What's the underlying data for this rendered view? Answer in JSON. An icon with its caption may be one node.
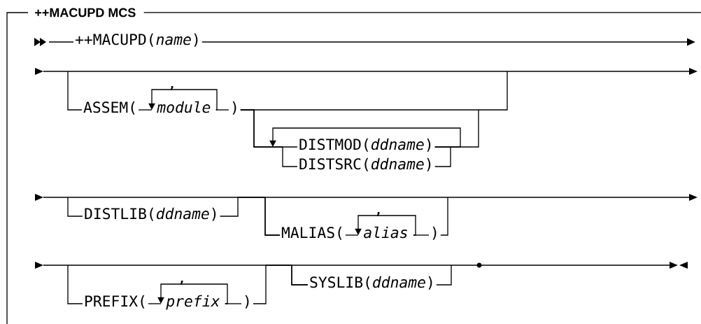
{
  "diagram": {
    "title": "++MACUPD MCS",
    "nodes": [
      {
        "text": [
          "++MACUPD(*name*)"
        ]
      },
      {
        "text": [
          "ASSEM("
        ]
      },
      {
        "text": [
          "*module*"
        ],
        "beside": [
          ","
        ]
      },
      {
        "text": [
          ")"
        ]
      },
      {
        "text": [
          "DISTMOD(*ddname*)"
        ]
      },
      {
        "text": [
          "DISTSRC(*ddname*)"
        ]
      },
      {
        "text": [
          "DISTLIB(*ddname*)"
        ]
      },
      {
        "text": [
          "MALIAS("
        ]
      },
      {
        "text": [
          "*alias*"
        ],
        "beside": [
          ","
        ]
      },
      {
        "text": [
          ")"
        ]
      },
      {
        "text": [
          "PREFIX("
        ]
      },
      {
        "text": [
          "*prefix*"
        ],
        "beside": [
          ","
        ]
      },
      {
        "text": [
          ")"
        ]
      },
      {
        "text": [
          "SYSLIB(*ddname*)"
        ]
      }
    ],
    "edges": [
      {
        "from": null,
        "to": 0,
        "arrow": "none"
      },
      {
        "from": 0,
        "to": null,
        "arrow": "to"
      },
      {
        "from": null,
        "to": 1,
        "arrow": "none"
      },
      {
        "from": 1,
        "to": 2,
        "arrow": "none"
      },
      {
        "from": 2,
        "to": 3,
        "arrow": "none"
      },
      {
        "from": 2,
        "to": 2,
        "arrow": "to"
      },
      {
        "from": 3,
        "to": null,
        "arrow": "none"
      },
      {
        "from": 3,
        "to": 4,
        "arrow": "none"
      },
      {
        "from": 3,
        "to": 5,
        "arrow": "none"
      },
      {
        "from": 4,
        "to": null,
        "arrow": "none"
      },
      {
        "from": 5,
        "to": null,
        "arrow": "none"
      },
      {
        "from": 4,
        "to": null,
        "arrow": "to"
      },
      {
        "from": null,
        "to": 6,
        "arrow": "none"
      },
      {
        "from": 6,
        "to": 7,
        "arrow": "none"
      },
      {
        "from": null,
        "to": 7,
        "arrow": "none"
      },
      {
        "from": 7,
        "to": 8,
        "arrow": "none"
      },
      {
        "from": 8,
        "to": 9,
        "arrow": "none"
      },
      {
        "from": 8,
        "to": 8,
        "arrow": "to"
      },
      {
        "from": 9,
        "to": null,
        "arrow": "none"
      },
      {
        "from": null,
        "to": 10,
        "arrow": "none"
      },
      {
        "from": 10,
        "to": 11,
        "arrow": "none"
      },
      {
        "from": 11,
        "to": 12,
        "arrow": "none"
      },
      {
        "from": 11,
        "to": 11,
        "arrow": "to"
      },
      {
        "from": 12,
        "to": 13,
        "arrow": "none"
      },
      {
        "from": null,
        "to": 13,
        "arrow": "none"
      },
      {
        "from": 13,
        "to": null,
        "arrow": "none"
      }
    ]
  }
}
